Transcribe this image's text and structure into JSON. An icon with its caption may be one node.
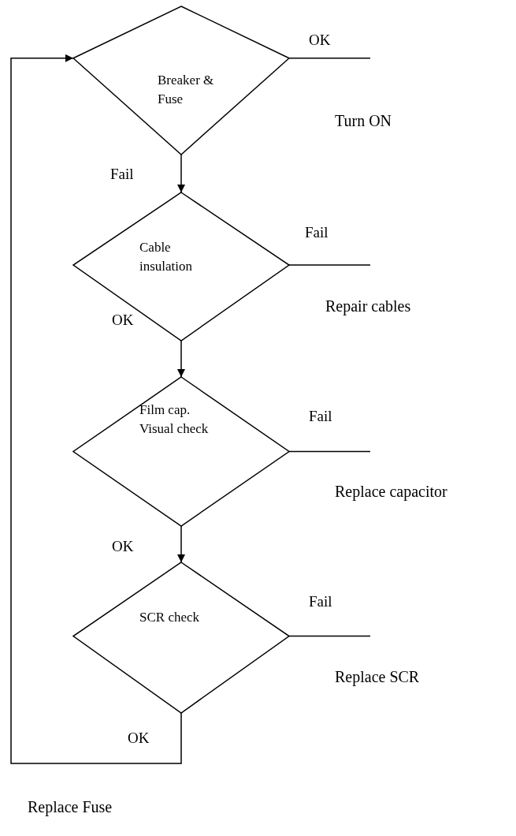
{
  "diagram": {
    "nodes": [
      {
        "text": [
          "Breaker & Fuse"
        ]
      },
      {
        "text": [
          "Cable insulation"
        ]
      },
      {
        "text": [
          "Film cap. Visual check"
        ]
      },
      {
        "text": [
          "SCR check"
        ]
      }
    ],
    "edges": [
      {
        "from": 0,
        "to": 1,
        "arrow": "to",
        "label": "Fail"
      },
      {
        "from": 0,
        "to": null,
        "arrow": "none",
        "label": "OK"
      },
      {
        "from": 1,
        "to": null,
        "arrow": "none",
        "label": "Fail"
      },
      {
        "from": 1,
        "to": 2,
        "arrow": "to",
        "label": "OK"
      },
      {
        "from": 2,
        "to": null,
        "arrow": "none",
        "label": "Fail"
      },
      {
        "from": 2,
        "to": 3,
        "arrow": "to",
        "label": "OK"
      },
      {
        "from": 3,
        "to": null,
        "arrow": "none",
        "label": "Fail"
      },
      {
        "from": 3,
        "to": 0,
        "arrow": "to",
        "label": "OK"
      }
    ],
    "labels": [
      "Turn ON",
      "Repair cables",
      "Replace capacitor",
      "Replace SCR",
      "Replace Fuse"
    ]
  }
}
